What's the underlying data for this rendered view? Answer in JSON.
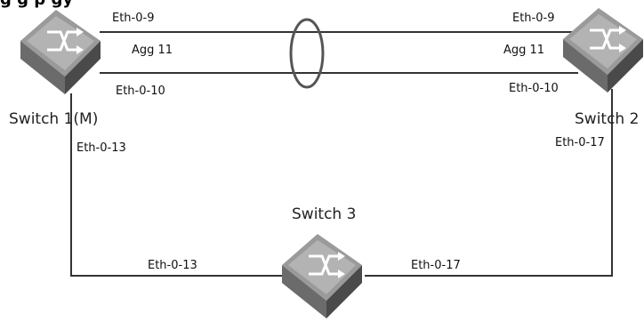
{
  "diagram": {
    "title": "g     g  p   gy",
    "switch_icon_text": "SWITCH",
    "switches": [
      {
        "name": "Switch 1(M)"
      },
      {
        "name": "Switch 2"
      },
      {
        "name": "Switch 3"
      }
    ],
    "links": {
      "s1_top_port": "Eth-0-9",
      "s1_agg": "Agg 11",
      "s1_bottom_port": "Eth-0-10",
      "s2_top_port": "Eth-0-9",
      "s2_agg": "Agg 11",
      "s2_bottom_port": "Eth-0-10",
      "s1_to_s3_port_s1": "Eth-0-13",
      "s2_to_s3_port_s2": "Eth-0-17",
      "s3_left_port": "Eth-0-13",
      "s3_right_port": "Eth-0-17"
    }
  }
}
